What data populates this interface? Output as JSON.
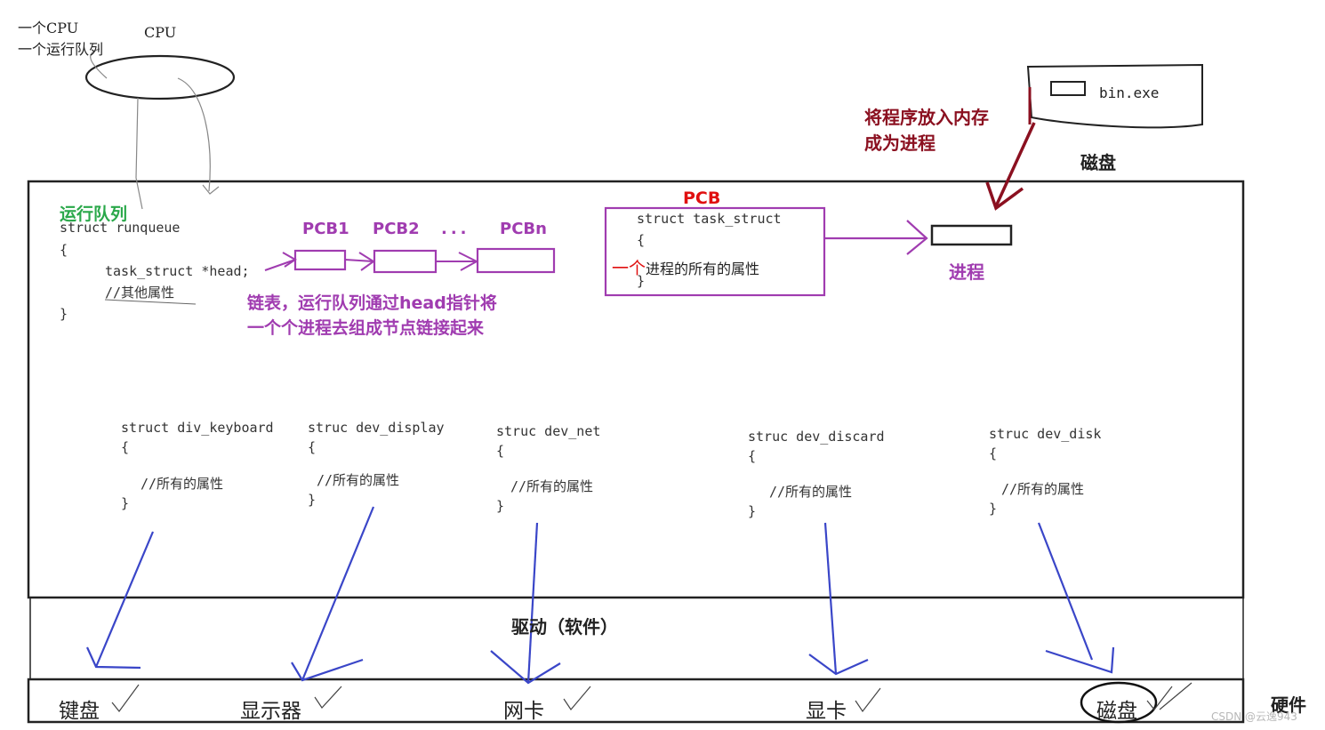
{
  "cpu": {
    "note_line1": "一个CPU",
    "note_line2": "一个运行队列",
    "label": "CPU"
  },
  "disk_top": {
    "file": "bin.exe",
    "label": "磁盘"
  },
  "load_note": {
    "line1": "将程序放入内存",
    "line2": "成为进程"
  },
  "runqueue": {
    "title": "运行队列",
    "line1": "struct runqueue",
    "line2": "{",
    "line3": "task_struct *head;",
    "line4": "//其他属性",
    "line5": "}"
  },
  "pcb_list": {
    "labels": [
      "PCB1",
      "PCB2",
      "...",
      "PCBn"
    ],
    "caption_line1": "链表，运行队列通过head指针将",
    "caption_line2": "一个个进程去组成节点链接起来"
  },
  "pcb": {
    "title": "PCB",
    "line1": "struct task_struct",
    "line2": "{",
    "prefix": "一个",
    "line3": "进程的所有的属性",
    "line4": "}"
  },
  "process": {
    "label": "进程"
  },
  "devices": [
    {
      "decl": "struct  div_keyboard",
      "open": "{",
      "comment": "//所有的属性",
      "close": "}"
    },
    {
      "decl": "struc dev_display",
      "open": "{",
      "comment": "//所有的属性",
      "close": "}"
    },
    {
      "decl": "struc    dev_net",
      "open": "{",
      "comment": "//所有的属性",
      "close": "}"
    },
    {
      "decl": "struc   dev_discard",
      "open": "{",
      "comment": "//所有的属性",
      "close": "}"
    },
    {
      "decl": "struc    dev_disk",
      "open": "{",
      "comment": "//所有的属性",
      "close": "}"
    }
  ],
  "driver": {
    "label": "驱动（软件）"
  },
  "hardware": {
    "items": [
      "键盘",
      "显示器",
      "网卡",
      "显卡",
      "磁盘"
    ],
    "label": "硬件"
  },
  "watermark": "CSDN @云逸943",
  "colors": {
    "purple": "#a03cb0",
    "green": "#2aa84a",
    "red": "#e01010",
    "darkred": "#8b1020",
    "blue": "#3a46c8"
  }
}
